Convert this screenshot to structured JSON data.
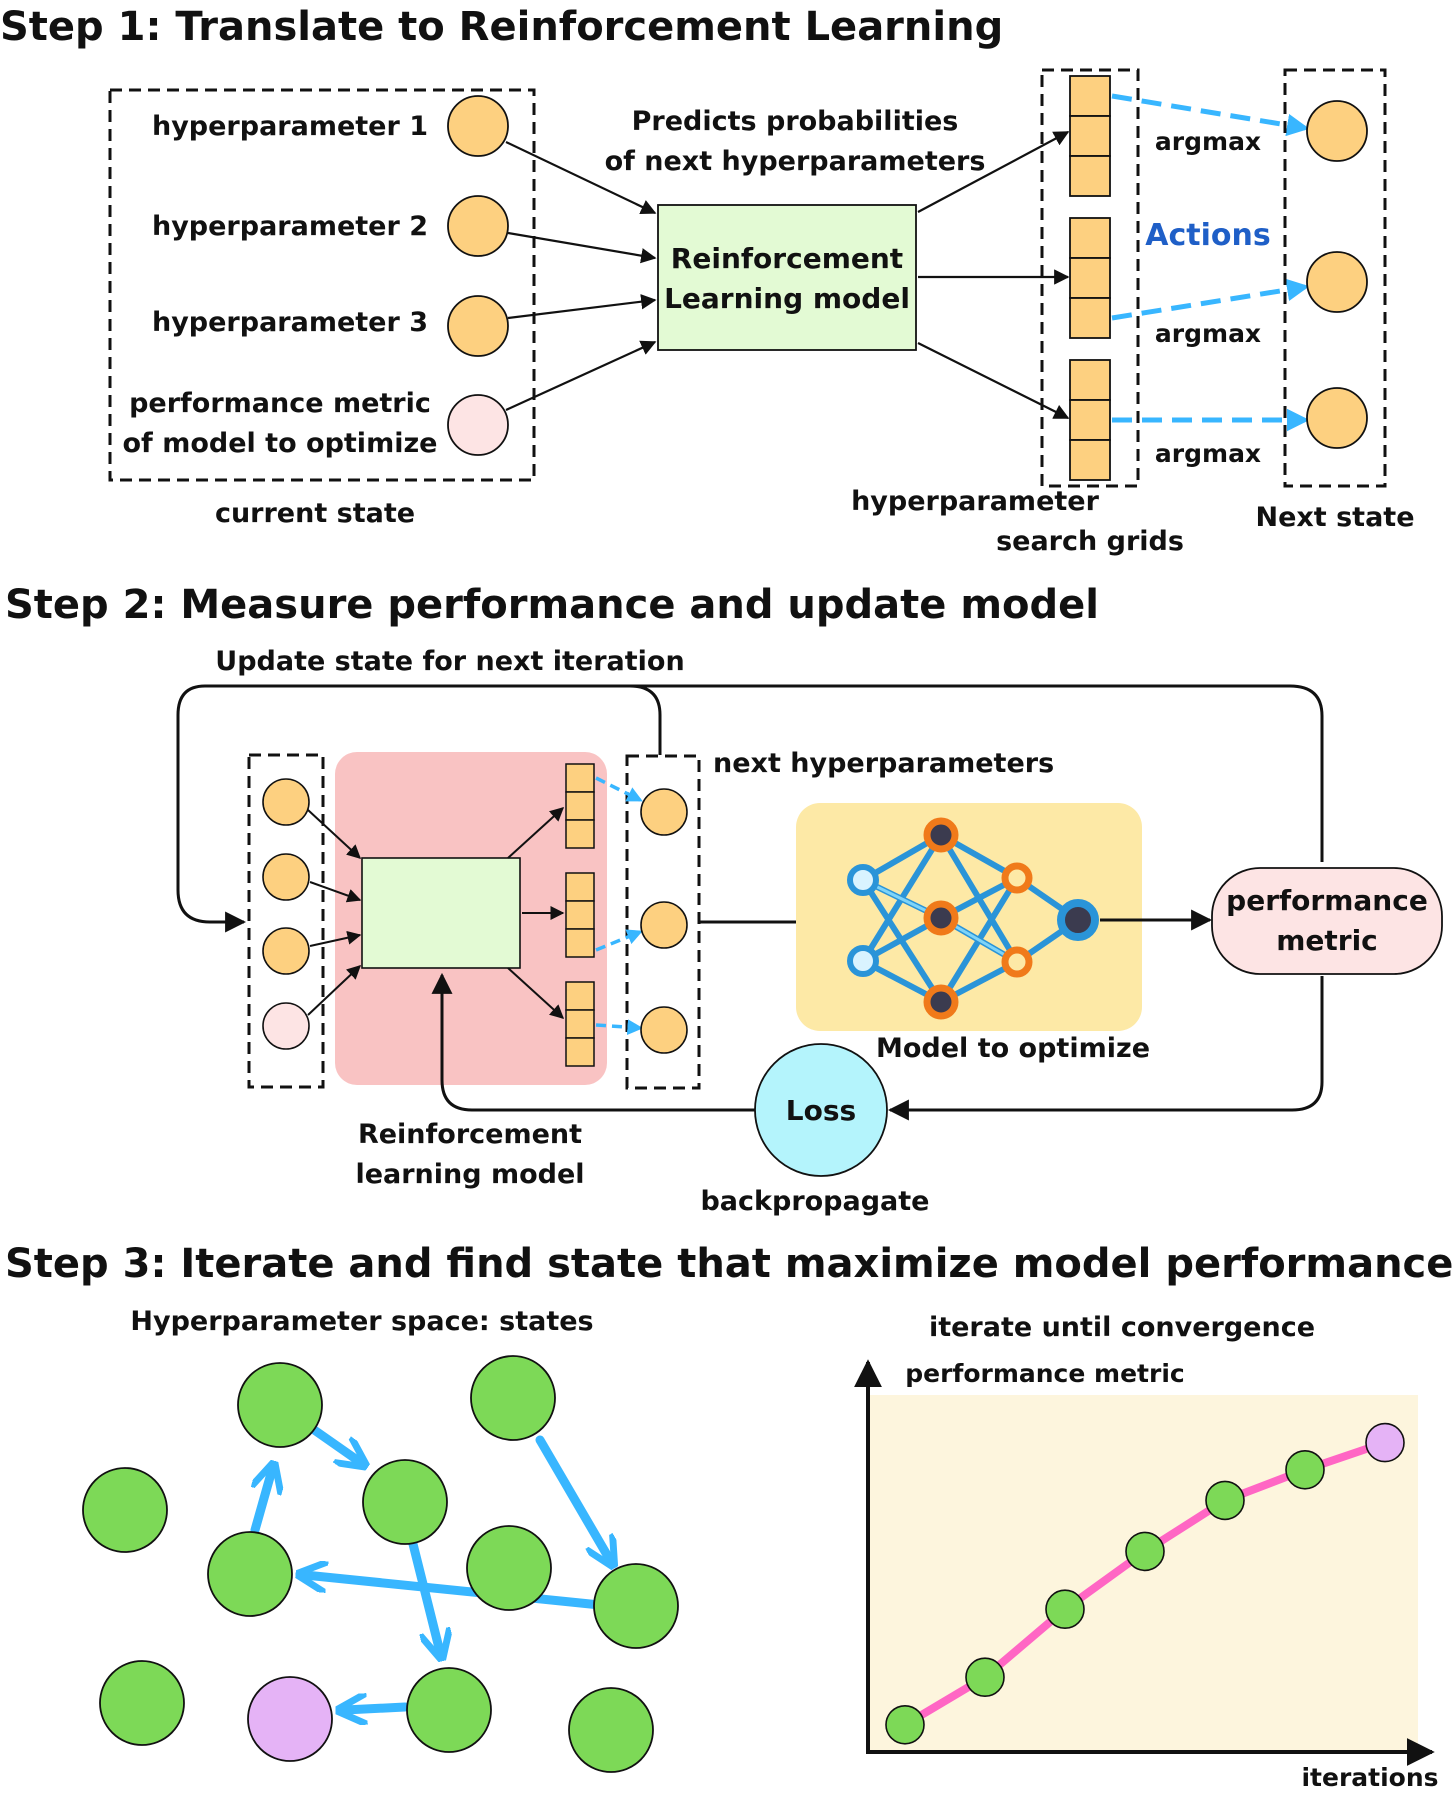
{
  "step1": {
    "title": "Step 1: Translate to Reinforcement Learning",
    "inputs": [
      "hyperparameter 1",
      "hyperparameter 2",
      "hyperparameter 3"
    ],
    "metric_line1": "performance metric",
    "metric_line2": "of model to optimize",
    "current_state": "current  state",
    "predicts_line1": "Predicts probabilities",
    "predicts_line2": "of next hyperparameters",
    "rl_line1": "Reinforcement",
    "rl_line2": "Learning model",
    "argmax": "argmax",
    "actions": "Actions",
    "grids_line1": "hyperparameter",
    "grids_line2": "search grids",
    "next_state": "Next state"
  },
  "step2": {
    "title": "Step 2: Measure performance and update model",
    "update_state": "Update state for next iteration",
    "next_hyperparameters": "next hyperparameters",
    "perf_line1": "performance",
    "perf_line2": "metric",
    "model_to_optimize": "Model to optimize",
    "loss": "Loss",
    "rl_line1": "Reinforcement",
    "rl_line2": "learning model",
    "backpropagate": "backpropagate"
  },
  "step3": {
    "title": "Step 3: Iterate and find state that maximize model performance",
    "space_title": "Hyperparameter space: states",
    "converge_title": "iterate until convergence",
    "ylabel": "performance metric",
    "xlabel": "iterations"
  },
  "colors": {
    "orange_node": "#fdd080",
    "pink_node": "#fde4e4",
    "green_node": "#7dd957",
    "purple_node": "#e5b3f6",
    "blue_arrow": "#38b6ff",
    "rl_box": "#e3fad4",
    "rl_panel": "#f9c3c3",
    "model_panel": "#fde9a6",
    "loss_node": "#b4f4fc",
    "actions_text": "#1f5fc7",
    "chart_bg": "#fdf5dd",
    "chart_line": "#ff66c4"
  },
  "chart_data": {
    "type": "line",
    "title": "iterate until convergence",
    "xlabel": "iterations",
    "ylabel": "performance metric",
    "x": [
      1,
      2,
      3,
      4,
      5,
      6,
      7
    ],
    "series": [
      {
        "values": [
          0.08,
          0.22,
          0.42,
          0.59,
          0.74,
          0.83,
          0.91
        ]
      }
    ],
    "markers": [
      "green",
      "green",
      "green",
      "green",
      "green",
      "green",
      "purple"
    ],
    "grid": false
  }
}
